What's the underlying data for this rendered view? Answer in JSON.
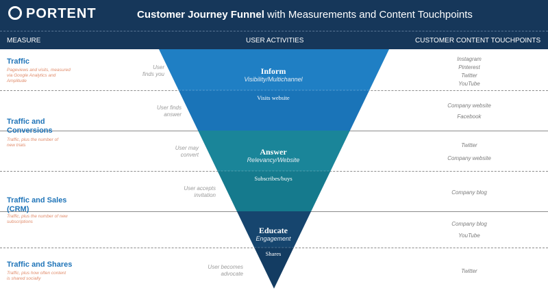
{
  "header": {
    "logo": "PORTENT",
    "title_bold": "Customer Journey Funnel",
    "title_rest": " with Measurements and Content Touchpoints"
  },
  "columns": {
    "measure": "MEASURE",
    "activities": "USER ACTIVITIES",
    "touchpoints": "CUSTOMER CONTENT TOUCHPOINTS"
  },
  "measures": [
    {
      "title": "Traffic",
      "note": "Pageviews and visits, measured via Google Analytics and Amplitude"
    },
    {
      "title": "Traffic and Conversions",
      "note": "Traffic, plus the number of new trials"
    },
    {
      "title": "Traffic and Sales (CRM)",
      "note": "Traffic, plus the number of new subscriptions"
    },
    {
      "title": "Traffic and Shares",
      "note": "Traffic, plus how often content is shared socially"
    }
  ],
  "activities": [
    {
      "line1": "User",
      "line2": "finds you"
    },
    {
      "line1": "User finds",
      "line2": "answer"
    },
    {
      "line1": "User may",
      "line2": "convert"
    },
    {
      "line1": "User accepts",
      "line2": "invitation"
    },
    {
      "line1": "User becomes",
      "line2": "advocate"
    }
  ],
  "stages": [
    {
      "name": "Inform",
      "subtitle": "Visibility/Multichannel",
      "action": "Visits website",
      "color": "#1f7fc4",
      "color2": "#1a74b8"
    },
    {
      "name": "Answer",
      "subtitle": "Relevancy/Website",
      "action": "Subscribes/buys",
      "color": "#1a8599",
      "color2": "#157a8d"
    },
    {
      "name": "Educate",
      "subtitle": "Engagement",
      "action": "Shares",
      "color": "#16456e",
      "color2": "#133c62"
    }
  ],
  "touchpoints": {
    "group1": [
      "Instagram",
      "Pinterest",
      "Twitter",
      "YouTube"
    ],
    "group2": [
      "Company website",
      "Facebook"
    ],
    "group3": [
      "Twitter",
      "Company website"
    ],
    "group4": [
      "Company blog"
    ],
    "group5": [
      "Company blog",
      "YouTube"
    ],
    "group6": [
      "Twitter"
    ]
  }
}
